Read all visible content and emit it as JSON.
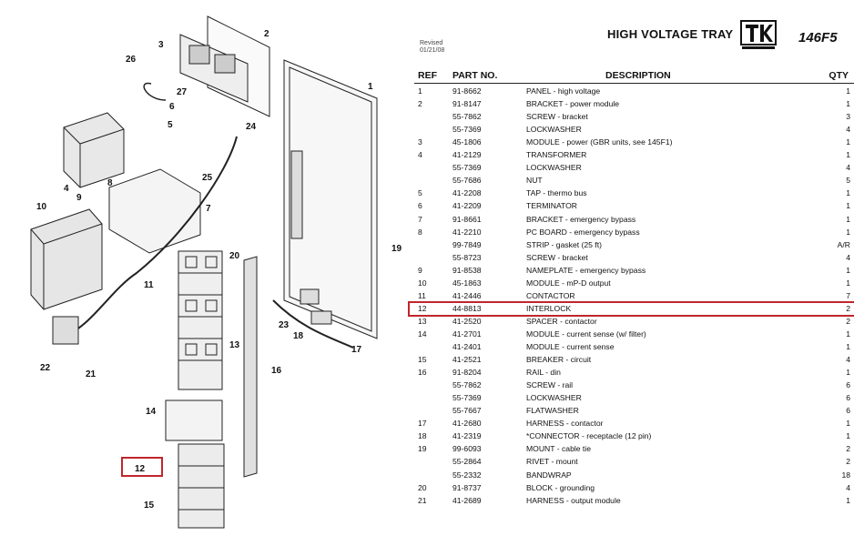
{
  "header": {
    "title": "HIGH VOLTAGE TRAY",
    "model": "146F5",
    "revised_label": "Revised",
    "revised_date": "01/21/08"
  },
  "columns": {
    "ref": "REF",
    "part": "PART NO.",
    "desc": "DESCRIPTION",
    "qty": "QTY"
  },
  "rows": [
    {
      "ref": "1",
      "part": "91-8662",
      "desc": "PANEL - high voltage",
      "qty": "1"
    },
    {
      "ref": "2",
      "part": "91-8147",
      "desc": "BRACKET - power module",
      "qty": "1"
    },
    {
      "ref": "",
      "part": "55-7862",
      "desc": "SCREW - bracket",
      "qty": "3"
    },
    {
      "ref": "",
      "part": "55-7369",
      "desc": "LOCKWASHER",
      "qty": "4"
    },
    {
      "ref": "3",
      "part": "45-1806",
      "desc": "MODULE - power (GBR units, see 145F1)",
      "qty": "1"
    },
    {
      "ref": "4",
      "part": "41-2129",
      "desc": "TRANSFORMER",
      "qty": "1"
    },
    {
      "ref": "",
      "part": "55-7369",
      "desc": "LOCKWASHER",
      "qty": "4"
    },
    {
      "ref": "",
      "part": "55-7686",
      "desc": "NUT",
      "qty": "5"
    },
    {
      "ref": "5",
      "part": "41-2208",
      "desc": "TAP - thermo bus",
      "qty": "1"
    },
    {
      "ref": "6",
      "part": "41-2209",
      "desc": "TERMINATOR",
      "qty": "1"
    },
    {
      "ref": "7",
      "part": "91-8661",
      "desc": "BRACKET - emergency bypass",
      "qty": "1"
    },
    {
      "ref": "8",
      "part": "41-2210",
      "desc": "PC BOARD - emergency bypass",
      "qty": "1"
    },
    {
      "ref": "",
      "part": "99-7849",
      "desc": "STRIP - gasket (25 ft)",
      "qty": "A/R"
    },
    {
      "ref": "",
      "part": "55-8723",
      "desc": "SCREW - bracket",
      "qty": "4"
    },
    {
      "ref": "9",
      "part": "91-8538",
      "desc": "NAMEPLATE - emergency bypass",
      "qty": "1"
    },
    {
      "ref": "10",
      "part": "45-1863",
      "desc": "MODULE - mP-D output",
      "qty": "1"
    },
    {
      "ref": "11",
      "part": "41-2446",
      "desc": "CONTACTOR",
      "qty": "7"
    },
    {
      "ref": "12",
      "part": "44-8813",
      "desc": "INTERLOCK",
      "qty": "2",
      "highlight": true
    },
    {
      "ref": "13",
      "part": "41-2520",
      "desc": "SPACER - contactor",
      "qty": "2"
    },
    {
      "ref": "14",
      "part": "41-2701",
      "desc": "MODULE - current sense (w/ filter)",
      "qty": "1"
    },
    {
      "ref": "",
      "part": "41-2401",
      "desc": "MODULE - current sense",
      "qty": "1"
    },
    {
      "ref": "15",
      "part": "41-2521",
      "desc": "BREAKER - circuit",
      "qty": "4"
    },
    {
      "ref": "16",
      "part": "91-8204",
      "desc": "RAIL - din",
      "qty": "1"
    },
    {
      "ref": "",
      "part": "55-7862",
      "desc": "SCREW - rail",
      "qty": "6"
    },
    {
      "ref": "",
      "part": "55-7369",
      "desc": "LOCKWASHER",
      "qty": "6"
    },
    {
      "ref": "",
      "part": "55-7667",
      "desc": "FLATWASHER",
      "qty": "6"
    },
    {
      "ref": "17",
      "part": "41-2680",
      "desc": "HARNESS - contactor",
      "qty": "1"
    },
    {
      "ref": "18",
      "part": "41-2319",
      "desc": "*CONNECTOR - receptacle (12 pin)",
      "qty": "1"
    },
    {
      "ref": "19",
      "part": "99-6093",
      "desc": "MOUNT - cable tie",
      "qty": "2"
    },
    {
      "ref": "",
      "part": "55-2864",
      "desc": "RIVET - mount",
      "qty": "2"
    },
    {
      "ref": "",
      "part": "55-2332",
      "desc": "BANDWRAP",
      "qty": "18"
    },
    {
      "ref": "20",
      "part": "91-8737",
      "desc": "BLOCK - grounding",
      "qty": "4"
    },
    {
      "ref": "21",
      "part": "41-2689",
      "desc": "HARNESS - output module",
      "qty": "1"
    }
  ],
  "callouts": [
    "1",
    "2",
    "3",
    "4",
    "5",
    "6",
    "7",
    "8",
    "9",
    "10",
    "11",
    "12",
    "13",
    "14",
    "15",
    "16",
    "17",
    "18",
    "19",
    "20",
    "21",
    "22",
    "23",
    "24",
    "25",
    "26",
    "27"
  ],
  "colors": {
    "highlight": "#c0262b",
    "line": "#222222"
  }
}
